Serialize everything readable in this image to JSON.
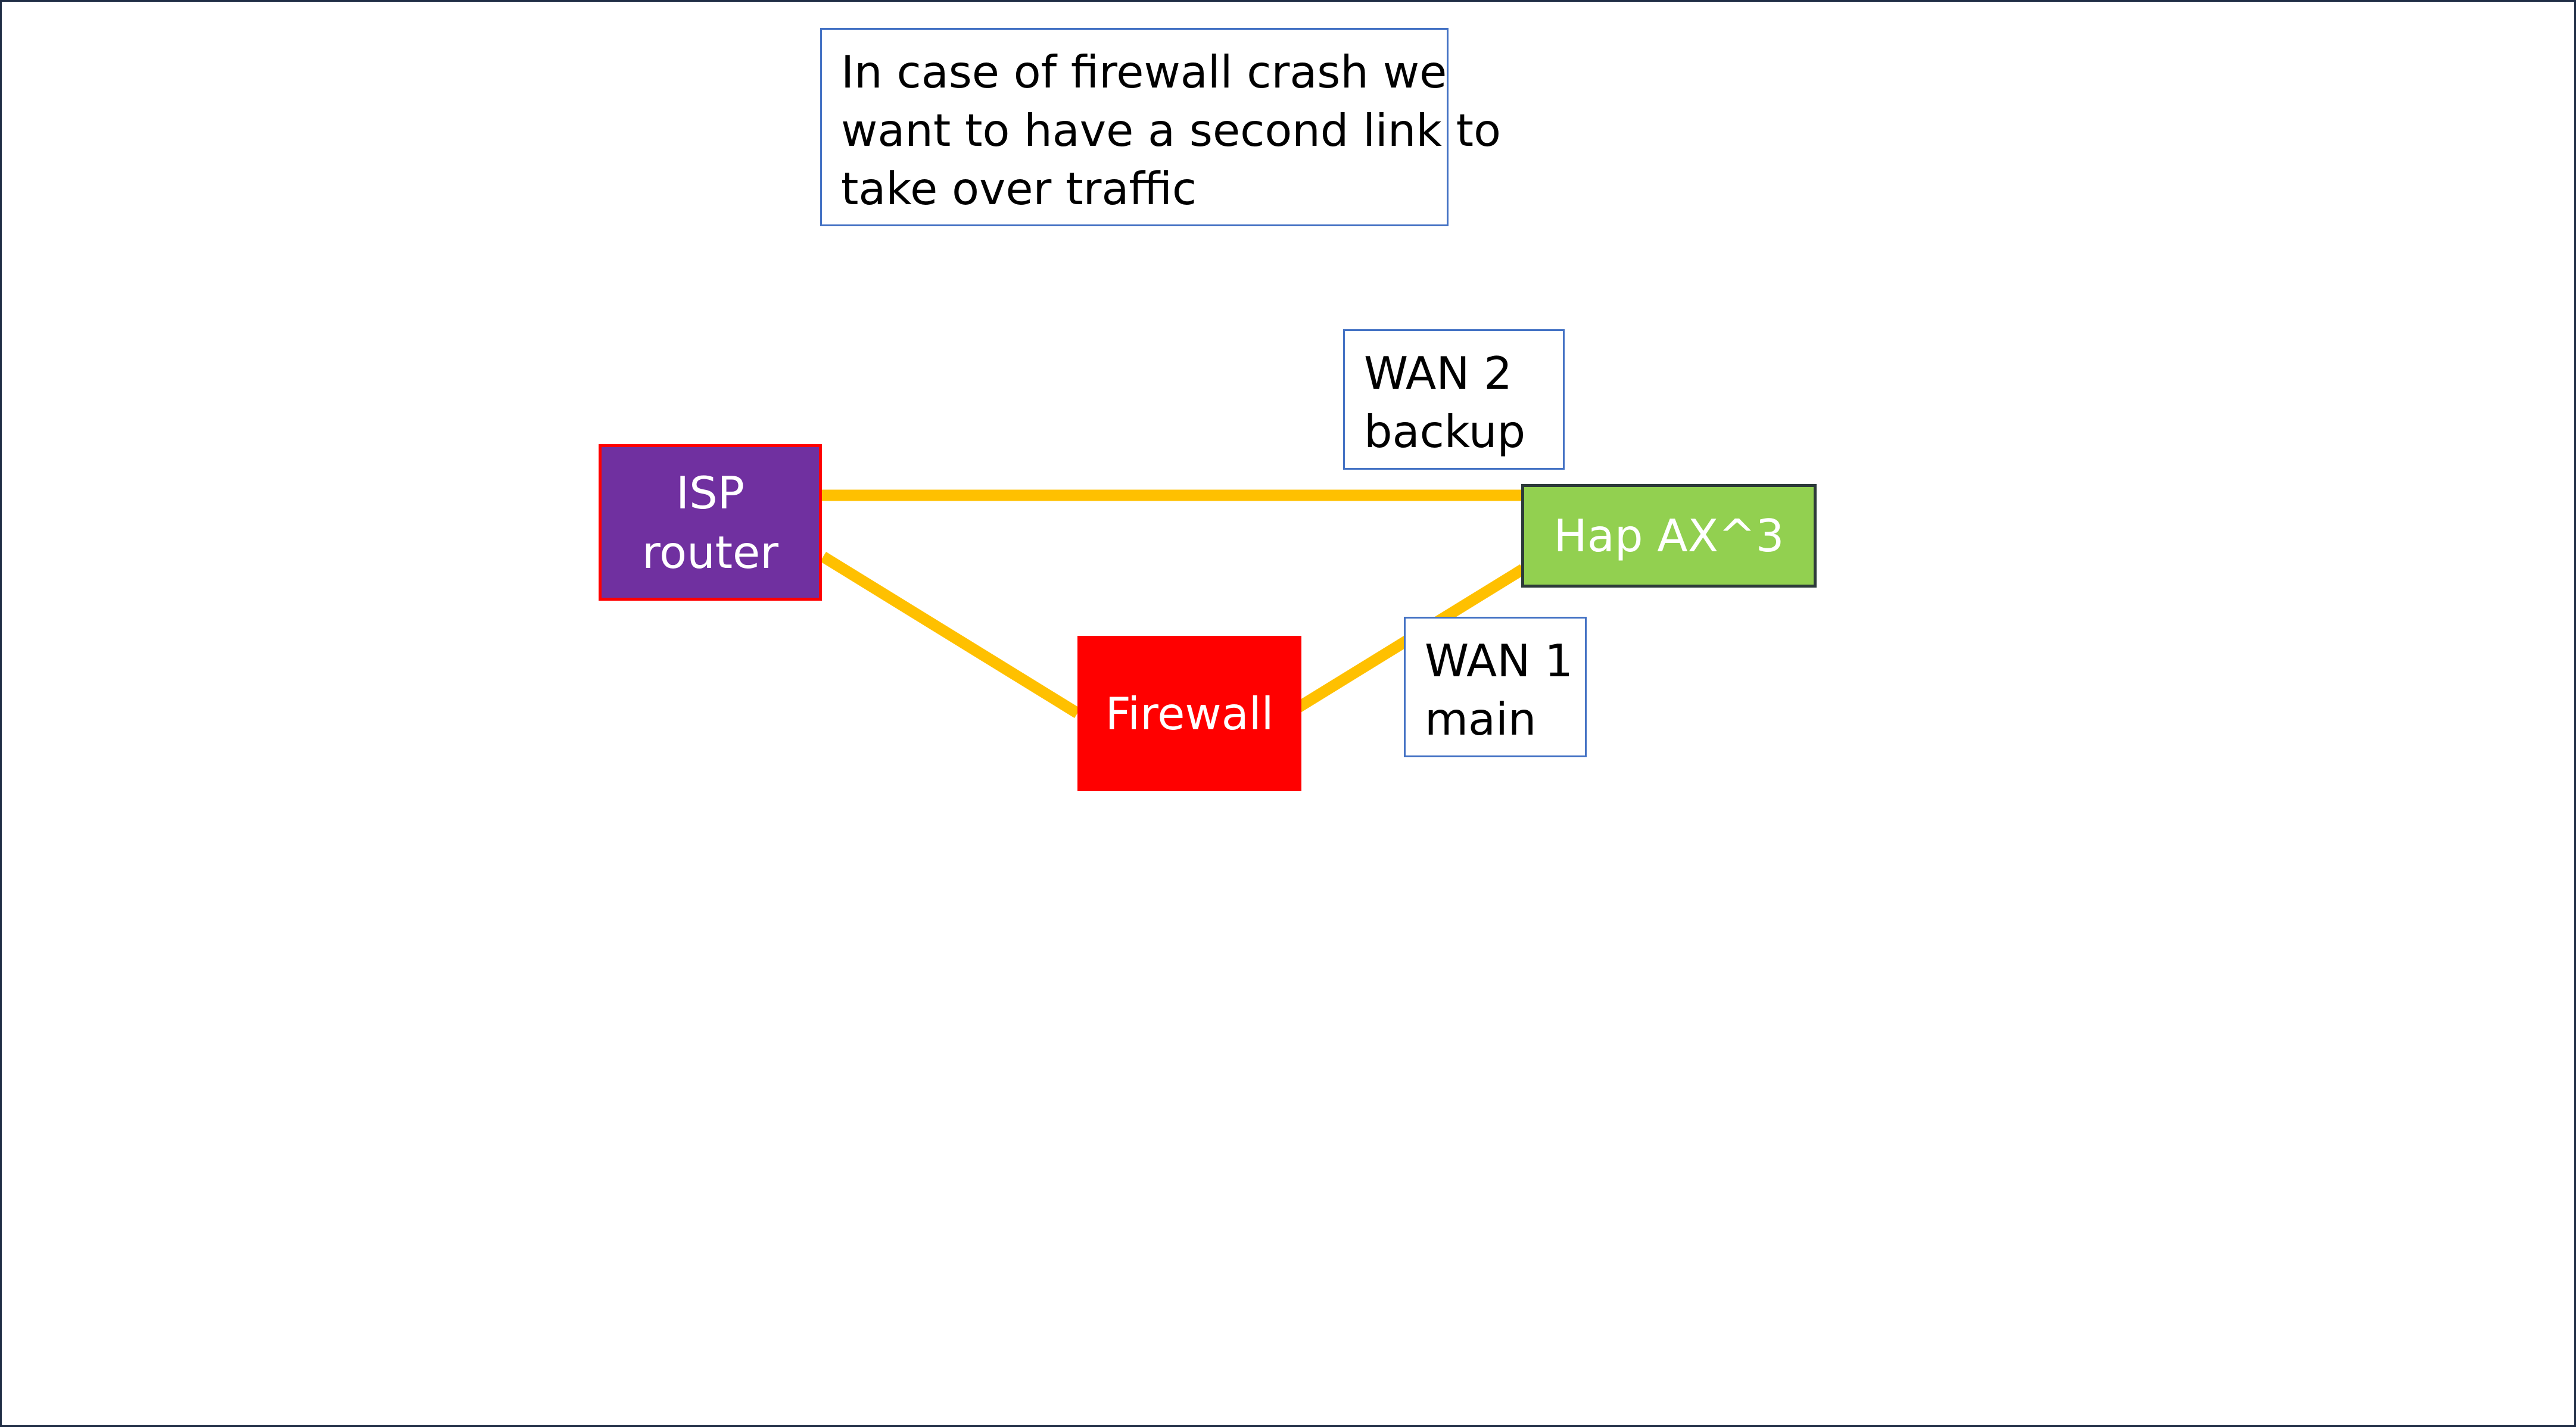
{
  "caption": {
    "lines": [
      "In case of firewall crash we",
      "want to have a second link to",
      "take over traffic"
    ]
  },
  "nodes": {
    "isp_router": {
      "lines": [
        "ISP",
        "router"
      ],
      "color": "#7030a0"
    },
    "firewall": {
      "lines": [
        "Firewall"
      ],
      "color": "#ff0000"
    },
    "hap": {
      "lines": [
        "Hap AX^3"
      ],
      "color": "#92d050"
    }
  },
  "labels": {
    "wan2": {
      "lines": [
        "WAN 2",
        "backup"
      ]
    },
    "wan1": {
      "lines": [
        "WAN 1",
        "main"
      ]
    }
  },
  "colors": {
    "link": "#ffc000",
    "label_border": "#4472c4",
    "slide_border": "#1f2d45"
  }
}
